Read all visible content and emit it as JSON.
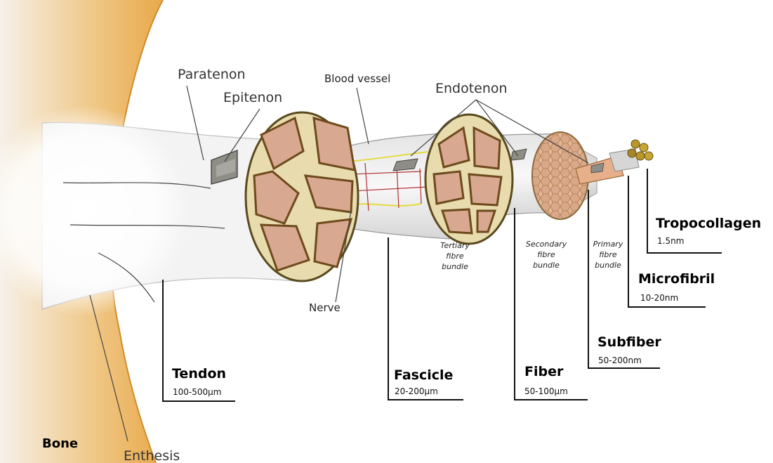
{
  "labels": {
    "paratenon": "Paratenon",
    "epitenon": "Epitenon",
    "blood_vessel": "Blood vessel",
    "endotenon": "Endotenon",
    "nerve": "Nerve",
    "bone": "Bone",
    "enthesis": "Enthesis"
  },
  "bundles": {
    "tertiary": [
      "Tertiary",
      "fibre",
      "bundle"
    ],
    "secondary": [
      "Secondary",
      "fibre",
      "bundle"
    ],
    "primary": [
      "Primary",
      "fibre",
      "bundle"
    ]
  },
  "levels": [
    {
      "name": "Tendon",
      "size": "100-500µm"
    },
    {
      "name": "Fascicle",
      "size": "20-200µm"
    },
    {
      "name": "Fiber",
      "size": "50-100µm"
    },
    {
      "name": "Subfiber",
      "size": "50-200nm"
    },
    {
      "name": "Microfibril",
      "size": "10-20nm"
    },
    {
      "name": "Tropocollagen",
      "size": "1.5nm"
    }
  ],
  "colors": {
    "bone": "#e8a94a",
    "tissue": "#e8dcae",
    "lobe": "#d8a890",
    "vessel": "#b03030",
    "nerve": "#e8e040"
  }
}
